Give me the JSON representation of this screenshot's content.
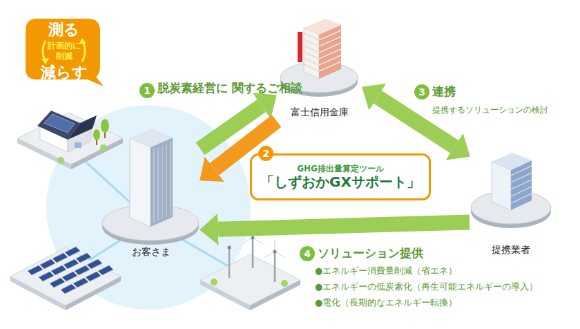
{
  "diagram": {
    "nodes": [
      {
        "text": [
          "測る",
          "計画的に 削減",
          "減らす"
        ]
      },
      {
        "text": [
          "富士信用金庫"
        ]
      },
      {
        "text": [
          "GHG排出量算定ツール",
          "「しずおかGXサポート」"
        ]
      },
      {
        "text": [
          "お客さま"
        ]
      },
      {
        "text": [
          "提携業者"
        ]
      }
    ],
    "edges": [
      {
        "from": 3,
        "to": 1,
        "arrow": "to",
        "label": "脱炭素経営に 関するご相談"
      },
      {
        "from": 1,
        "to": 3,
        "arrow": "to"
      },
      {
        "from": 1,
        "to": 4,
        "arrow": "both",
        "label": "連携"
      },
      {
        "from": 4,
        "to": 3,
        "arrow": "to",
        "label": "ソリューション提供"
      }
    ],
    "labels": [
      "1",
      "2",
      "3",
      "提携するソリューションの検討",
      "4",
      "●エネルギー消費量削減（省エネ）",
      "●エネルギーの低炭素化（再生可能エネルギーの導入）",
      "●電化（長期的なエネルギー転換）"
    ]
  }
}
